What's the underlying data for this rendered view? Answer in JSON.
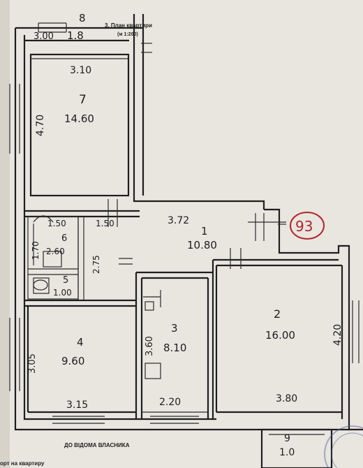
{
  "header": {
    "title": "3. План квартири",
    "scale": "(м 1:200)"
  },
  "rooms": [
    {
      "number": "8",
      "area": "1.8",
      "dim_width": "3.00"
    },
    {
      "number": "7",
      "area": "14.60",
      "dim_width": "3.10",
      "dim_height": "4.70"
    },
    {
      "number": "1",
      "area": "10.80",
      "dim_width": "3.72",
      "dim_a": "1.50",
      "dim_b": "1.50"
    },
    {
      "number": "6",
      "area": "2.60",
      "dim_height": "1.70"
    },
    {
      "number": "5",
      "area": "1.00"
    },
    {
      "number": "2",
      "area": "16.00",
      "dim_width": "3.80",
      "dim_height": "4.20"
    },
    {
      "number": "3",
      "area": "8.10",
      "dim_width": "2.20",
      "dim_height": "3.60"
    },
    {
      "number": "4",
      "area": "9.60",
      "dim_width": "3.15",
      "dim_height": "3.05"
    },
    {
      "number": "9",
      "area": "1.0"
    }
  ],
  "misc": {
    "corridor_dim": "2.75",
    "circled_number": "93",
    "footer_note": "ДО ВІДОМА ВЛАСНИКА",
    "bottom_strip": "орт на квартиру",
    "colors": {
      "ink": "#1d1d22",
      "paper": "#e9e6df",
      "circle": "#b0262c"
    }
  }
}
